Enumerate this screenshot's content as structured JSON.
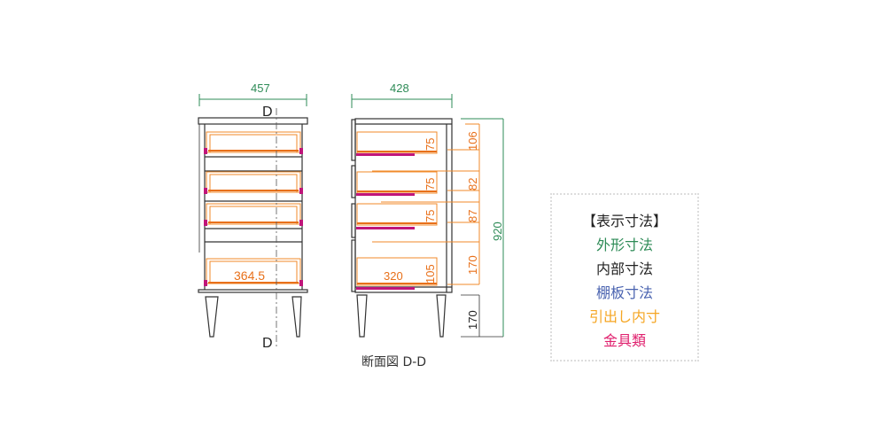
{
  "front_view": {
    "width_dim": "457",
    "section_mark_top": "D",
    "section_mark_bottom": "D",
    "drawer_inner_width": "364.5"
  },
  "side_view": {
    "depth_dim": "428",
    "drawer_heights": [
      "75",
      "75",
      "75",
      "105"
    ],
    "drawer_inner_depth": "320",
    "interior_heights": [
      "106",
      "82",
      "87",
      "170"
    ],
    "leg_height": "170",
    "total_height": "920",
    "caption": "断面図 D-D"
  },
  "legend": {
    "title": "【表示寸法】",
    "items": [
      {
        "label": "外形寸法",
        "color": "#2e8b57"
      },
      {
        "label": "内部寸法",
        "color": "#222222"
      },
      {
        "label": "棚板寸法",
        "color": "#4a63b0"
      },
      {
        "label": "引出し内寸",
        "color": "#f5a623"
      },
      {
        "label": "金具類",
        "color": "#e0206e"
      }
    ]
  }
}
